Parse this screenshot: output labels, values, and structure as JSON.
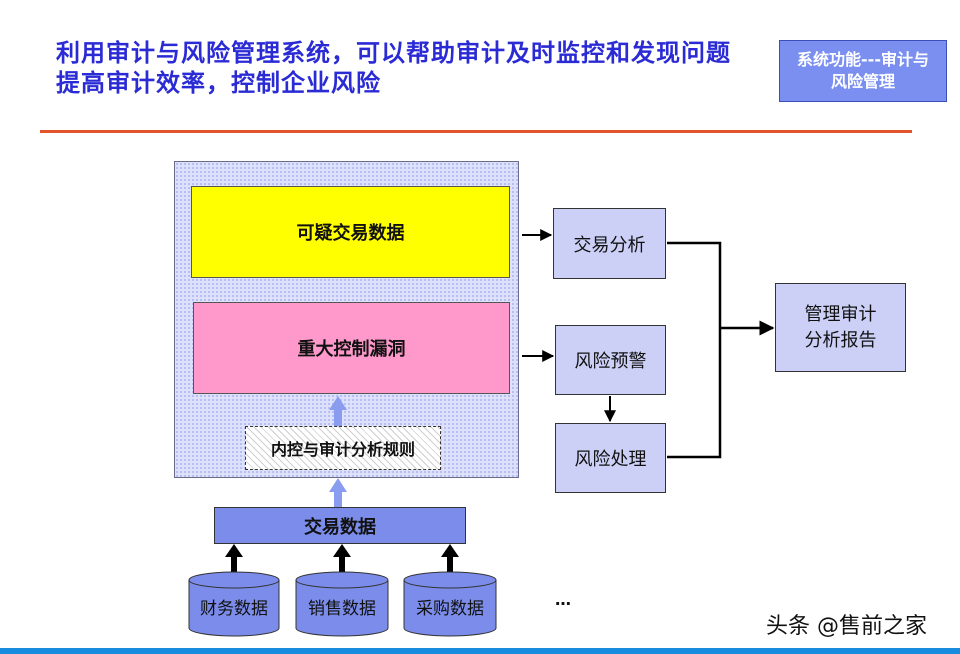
{
  "title": {
    "line1": "利用审计与风险管理系统，可以帮助审计及时监控和发现问题",
    "line2": "提高审计效率，控制企业风险"
  },
  "badge": {
    "line1": "系统功能---审计与",
    "line2": "风险管理"
  },
  "diagram": {
    "suspicious_data": "可疑交易数据",
    "major_control_gaps": "重大控制漏洞",
    "rules": "内控与审计分析规则",
    "transaction_data": "交易数据",
    "transaction_analysis": "交易分析",
    "risk_warning": "风险预警",
    "risk_handling": "风险处理",
    "report_line1": "管理审计",
    "report_line2": "分析报告",
    "sources": [
      "财务数据",
      "销售数据",
      "采购数据"
    ],
    "more": "…"
  },
  "watermark": "头条 @售前之家",
  "colors": {
    "title": "#2b2bd6",
    "badge": "#7b8ff0",
    "rule": "#e2552e",
    "yellow": "#ffff00",
    "pink": "#ff99cc",
    "box": "#ccd0f6",
    "cylinder": "#7b8cea",
    "up_arrow": "#8a9cf0",
    "bottom_bar": "#1a8ce0"
  }
}
